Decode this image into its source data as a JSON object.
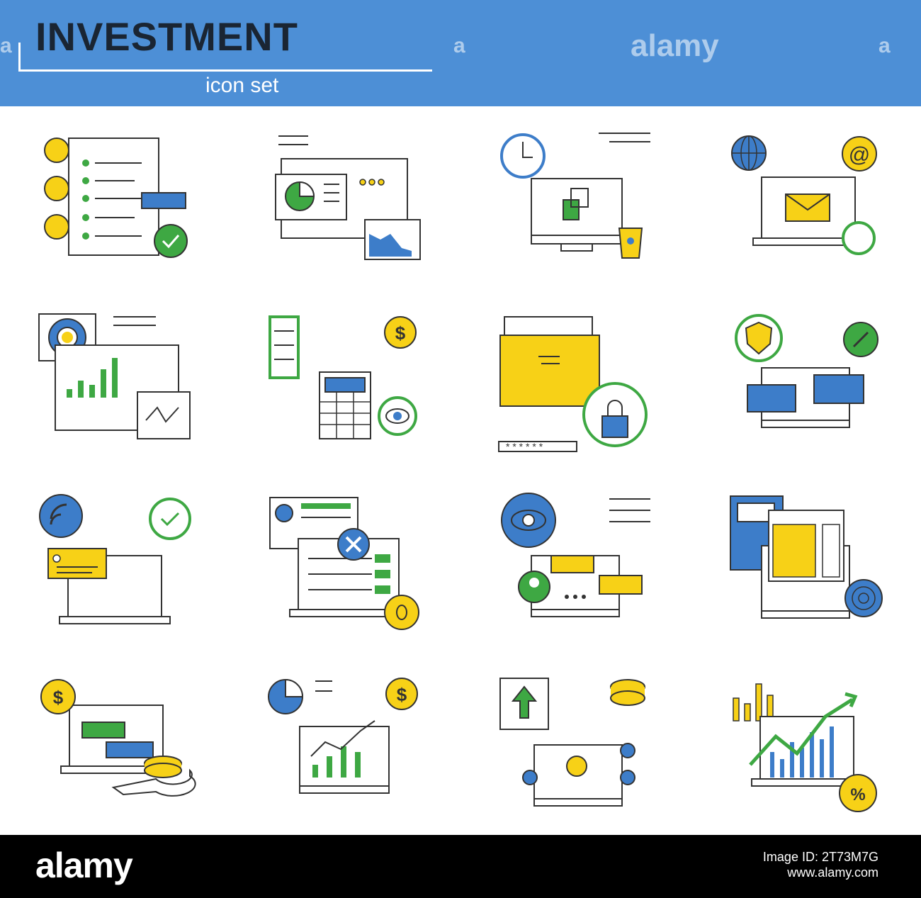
{
  "header": {
    "title": "INVESTMENT",
    "subtitle": "icon set",
    "background_color": "#4d8fd6"
  },
  "watermark": {
    "letter": "a",
    "brand": "alamy"
  },
  "palette": {
    "blue": "#3d7dc9",
    "yellow": "#f7d117",
    "green": "#3ea843",
    "outline": "#333333"
  },
  "icons": [
    {
      "name": "customer-feedback-icon"
    },
    {
      "name": "presentation-charts-icon"
    },
    {
      "name": "work-time-icon"
    },
    {
      "name": "email-marketing-icon"
    },
    {
      "name": "target-analytics-icon"
    },
    {
      "name": "accounting-icon"
    },
    {
      "name": "secure-folder-icon"
    },
    {
      "name": "security-chat-icon"
    },
    {
      "name": "wireless-laptop-icon"
    },
    {
      "name": "error-bug-icon"
    },
    {
      "name": "monitoring-chat-icon"
    },
    {
      "name": "content-design-icon"
    },
    {
      "name": "online-payment-icon"
    },
    {
      "name": "financial-growth-icon"
    },
    {
      "name": "network-coins-icon"
    },
    {
      "name": "profit-chart-icon"
    }
  ],
  "footer": {
    "logo": "alamy",
    "image_id_label": "Image ID: 2T73M7G",
    "site": "www.alamy.com"
  }
}
